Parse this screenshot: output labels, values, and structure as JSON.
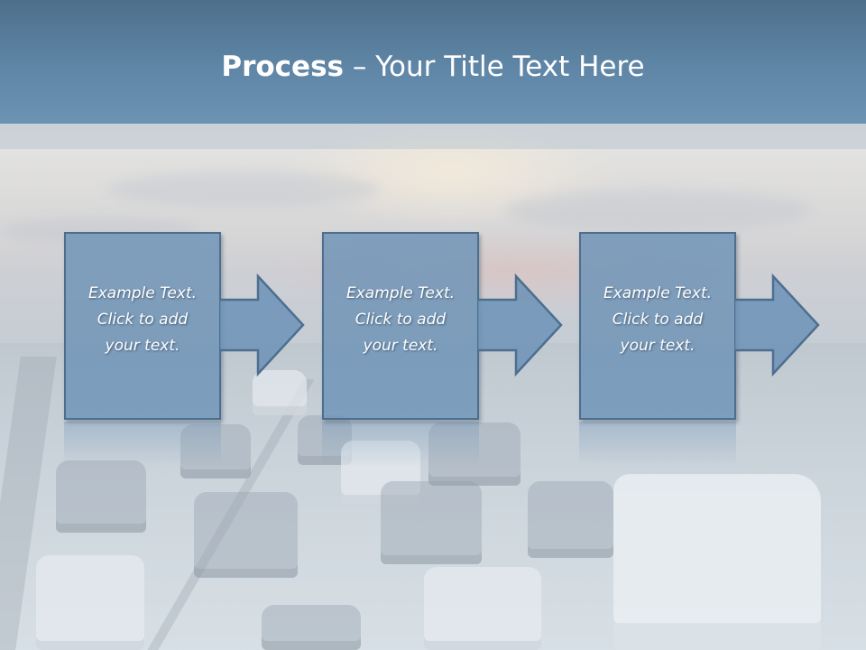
{
  "title": {
    "bold": "Process",
    "rest": " – Your Title Text Here"
  },
  "steps": [
    {
      "text": "Example Text.\nClick  to add\nyour text."
    },
    {
      "text": "Example Text.\nClick  to add\nyour text."
    },
    {
      "text": "Example Text.\nClick  to add\nyour text."
    }
  ],
  "colors": {
    "title_bar": "#5f86a6",
    "step_fill": "#6c92b6",
    "step_border": "#4d6f8f",
    "text": "#ffffff"
  }
}
